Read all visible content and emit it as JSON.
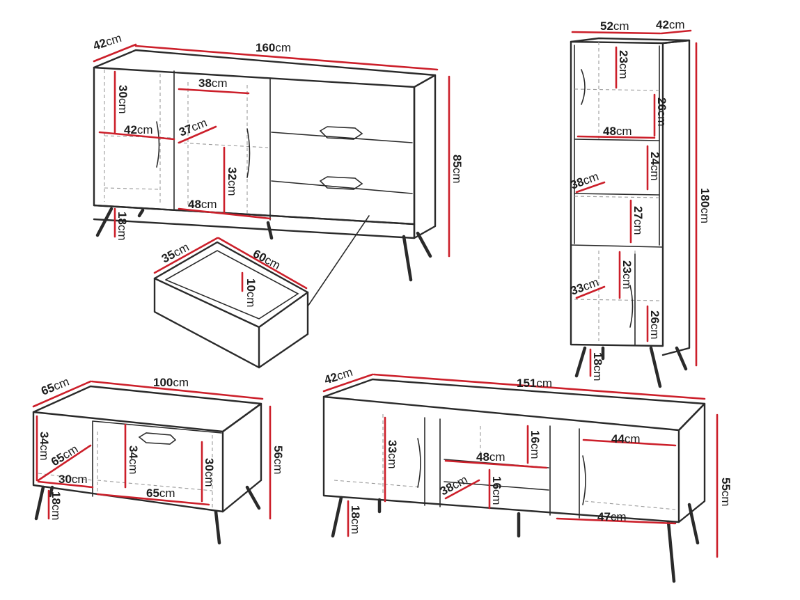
{
  "colors": {
    "outline": "#2a2a2a",
    "dimension": "#cc1f2a",
    "hidden": "#9a9a9a"
  },
  "sideboard": {
    "depth": "42",
    "width": "160",
    "height": "85",
    "shelf_top_h": "30",
    "shelf_depth_left": "42",
    "inner_width": "38",
    "inner_depth": "37",
    "shelf_h": "32",
    "bottom_width": "48",
    "leg_h": "18"
  },
  "drawer": {
    "depth": "35",
    "width": "60",
    "height": "10"
  },
  "bookcase": {
    "width": "52",
    "depth": "42",
    "height": "180",
    "h1": "23",
    "h2": "26",
    "inner_width": "48",
    "h3": "24",
    "inner_depth": "38",
    "h4": "27",
    "door_depth": "33",
    "h5": "23",
    "h6": "26",
    "leg_h": "18"
  },
  "coffee_table": {
    "depth": "65",
    "width": "100",
    "height": "56",
    "left_h": "34",
    "inner_depth": "65",
    "inner_h": "34",
    "shelf_depth": "30",
    "right_h": "30",
    "bottom_width": "65",
    "leg_h": "18"
  },
  "tv_stand": {
    "depth": "42",
    "width": "151",
    "height": "55",
    "left_h": "33",
    "top_h": "16",
    "mid_width": "48",
    "inner_depth": "38",
    "low_h": "16",
    "drawer_width": "44",
    "bottom_width": "47",
    "leg_h": "18"
  },
  "unit": "cm"
}
